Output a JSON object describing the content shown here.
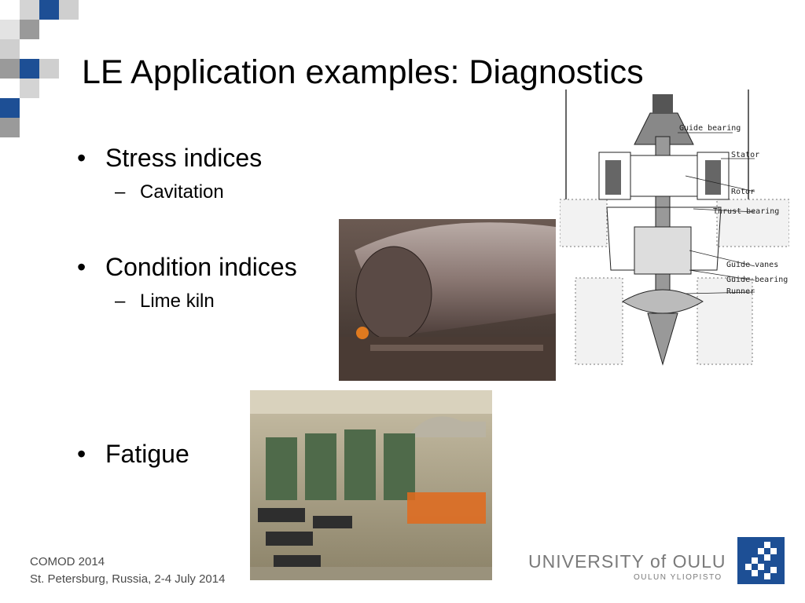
{
  "slide": {
    "title": "LE Application examples: Diagnostics",
    "bullets": [
      {
        "text": "Stress indices",
        "sub": "Cavitation"
      },
      {
        "text": "Condition indices",
        "sub": "Lime kiln"
      },
      {
        "text": "Fatigue"
      }
    ],
    "bullet_glyph": "•",
    "sub_glyph": "–"
  },
  "footer": {
    "line1": "COMOD 2014",
    "line2": "St. Petersburg, Russia, 2-4 July 2014"
  },
  "diagram": {
    "labels": [
      "Guide bearing",
      "Stator",
      "Rotor",
      "Thrust bearing",
      "Guide vanes",
      "Guide bearing",
      "Runner"
    ]
  },
  "branding": {
    "university": "UNIVERSITY of OULU",
    "university_sub": "OULUN YLIOPISTO",
    "logo_icon": "university-logo-icon",
    "colors": {
      "blue": "#1d4f95",
      "gray": "#9a9a9a",
      "light_gray": "#cfcfcf"
    }
  },
  "images": {
    "kiln": "lime-kiln-photo",
    "mill": "rolling-mill-photo",
    "turbine": "hydro-turbine-diagram"
  }
}
